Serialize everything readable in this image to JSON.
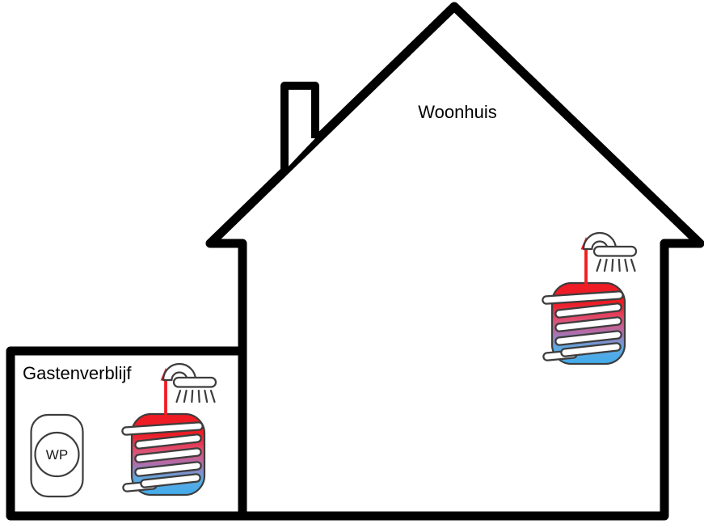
{
  "scene": {
    "background": "#ffffff",
    "outline_color": "#000000",
    "unit_outline_color": "#3d3d3d",
    "arrow_color": "#f11c22",
    "coil_color": "#ffffff",
    "boiler_gradient": [
      "#ed1c25",
      "#ed1c25",
      "#e04f72",
      "#ad6fae",
      "#5fa9e2",
      "#41acec"
    ],
    "buildings": [
      {
        "id": "woonhuis",
        "label": "Woonhuis",
        "features": [
          "chimney",
          "boiler-with-shower"
        ]
      },
      {
        "id": "gastenverblijf",
        "label": "Gastenverblijf",
        "features": [
          "heat-pump",
          "boiler-with-shower"
        ]
      }
    ],
    "heat_pump": {
      "label": "WP"
    },
    "icons": {
      "shower": "shower-head-with-arc-and-spray",
      "boiler": "tank-with-coil-heat-exchanger",
      "arrow": "upward-red-flow-arrow",
      "heat_pump": "rounded-box-with-circle"
    }
  }
}
